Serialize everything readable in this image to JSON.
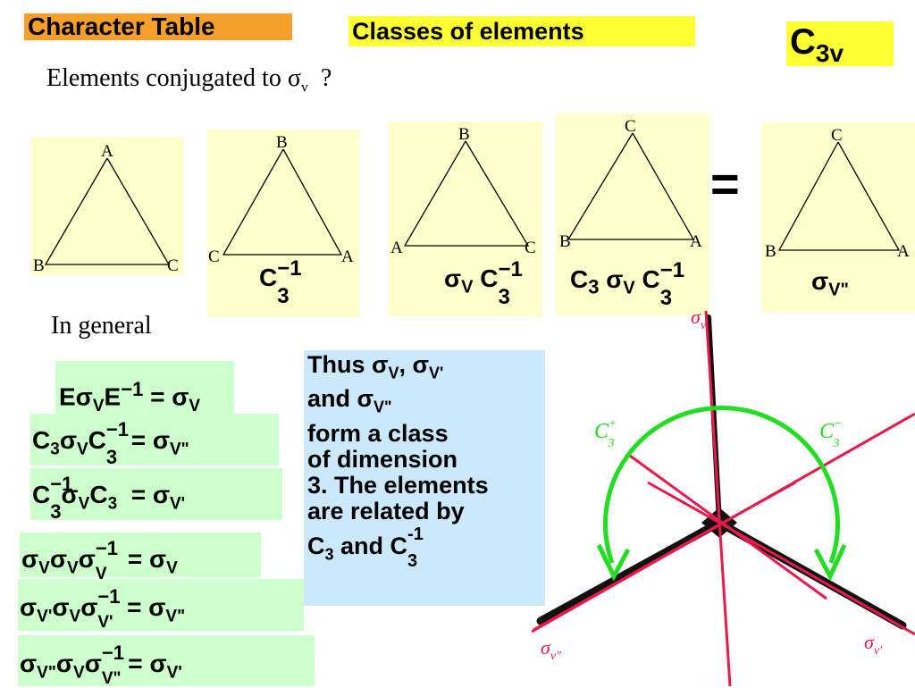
{
  "header": {
    "character_table": "Character Table",
    "classes": "Classes of elements",
    "group_main": "C",
    "group_sub": "3v"
  },
  "question": {
    "text": "Elements conjugated to σ",
    "sub": "v",
    "mark": "?"
  },
  "triangles": [
    {
      "top": "A",
      "left": "B",
      "right": "C"
    },
    {
      "top": "B",
      "left": "C",
      "right": "A"
    },
    {
      "top": "B",
      "left": "A",
      "right": "C"
    },
    {
      "top": "C",
      "left": "B",
      "right": "A"
    },
    {
      "top": "C",
      "left": "B",
      "right": "A"
    }
  ],
  "equals_sign": "=",
  "in_general": "In general",
  "info_box": {
    "line1": "Thus σ",
    "line2": "and σ",
    "line3": "form  a class",
    "line4": "of dimension",
    "line5": "3. The elements",
    "line6": "are related by",
    "line7a": "C",
    "line7b": " and C"
  },
  "diagram": {
    "sv_top": "σ",
    "sv_top_sub": "v",
    "sv_left": "σ",
    "sv_left_sub": "v″",
    "sv_right": "σ",
    "sv_right_sub": "v′",
    "c3_plus": "C",
    "c3_plus_sup": "+",
    "c3_minus": "C",
    "c3_minus_sup": "−",
    "c3_sub": "3",
    "colors": {
      "mirror": "#e8194b",
      "rotation": "#22dd22",
      "molecule": "#111111"
    }
  }
}
